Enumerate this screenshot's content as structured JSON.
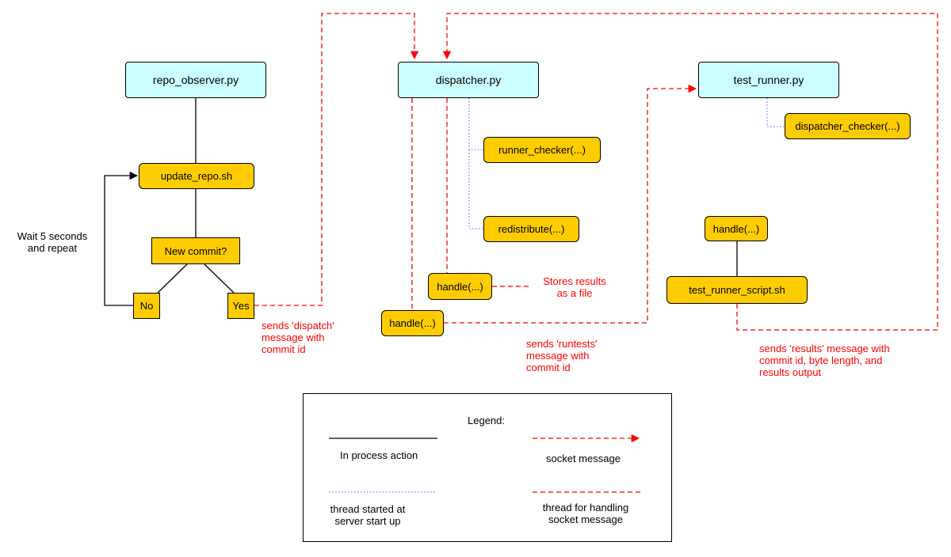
{
  "colors": {
    "module_fill": "#ccffff",
    "function_fill": "#ffcc00",
    "socket_red": "#ff0000",
    "thread_blue": "#7f7fff",
    "line_black": "#000000"
  },
  "nodes": {
    "repo_observer": "repo_observer.py",
    "dispatcher": "dispatcher.py",
    "test_runner": "test_runner.py",
    "update_repo": "update_repo.sh",
    "new_commit": "New commit?",
    "no": "No",
    "yes": "Yes",
    "runner_checker": "runner_checker(...)",
    "redistribute": "redistribute(...)",
    "dispatcher_handle_results": "handle(...)",
    "dispatcher_handle_dispatch": "handle(...)",
    "dispatcher_checker": "dispatcher_checker(...)",
    "test_runner_handle": "handle(...)",
    "test_runner_script": "test_runner_script.sh"
  },
  "annotations": {
    "wait_repeat": "Wait 5 seconds\nand repeat",
    "stores_results": "Stores results\nas a file",
    "sends_dispatch": "sends 'dispatch'\nmessage with\ncommit id",
    "sends_runtests": "sends 'runtests'\nmessage with\ncommit id",
    "sends_results": "sends 'results' message with\ncommit id, byte length, and\nresults output"
  },
  "legend": {
    "title": "Legend:",
    "in_process": "In process action",
    "socket_message": "socket message",
    "thread_startup": "thread started at\nserver start up",
    "thread_socket": "thread for handling\nsocket message"
  }
}
